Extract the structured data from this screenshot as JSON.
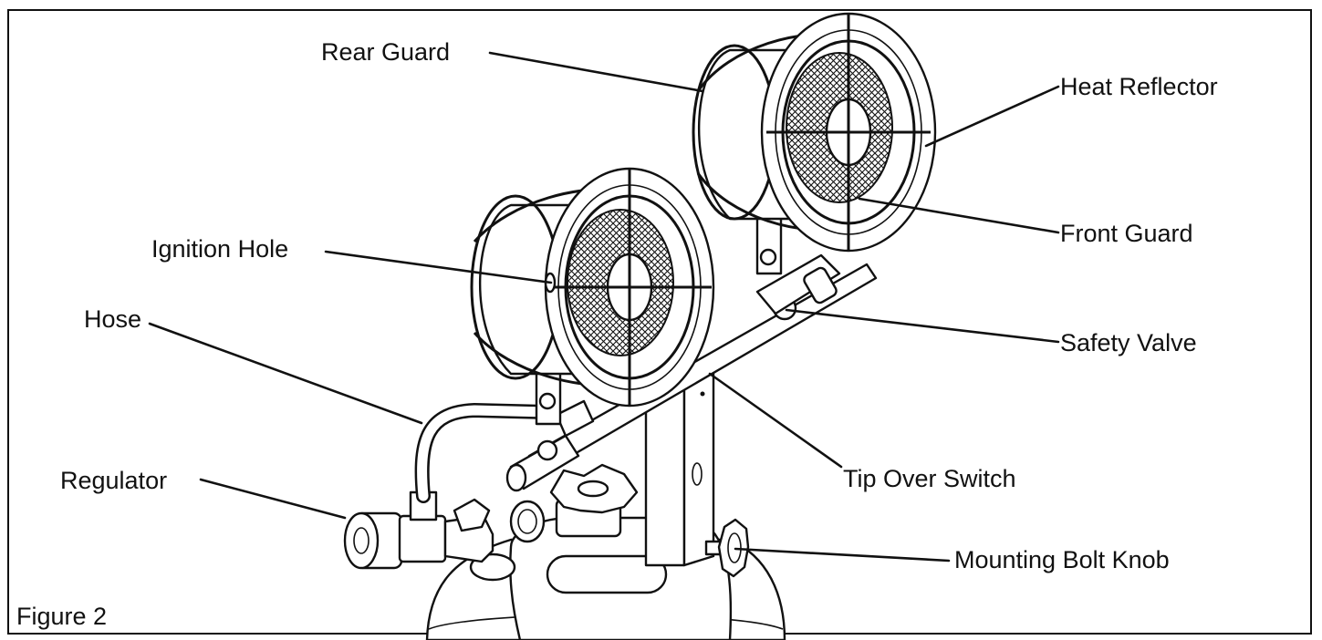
{
  "figure_label": "Figure 2",
  "labels": {
    "rear_guard": "Rear Guard",
    "heat_reflector": "Heat Reflector",
    "front_guard": "Front Guard",
    "ignition_hole": "Ignition Hole",
    "hose": "Hose",
    "safety_valve": "Safety Valve",
    "tip_over_switch": "Tip Over Switch",
    "regulator": "Regulator",
    "mounting_bolt_knob": "Mounting Bolt Knob"
  },
  "colors": {
    "ink": "#111111",
    "background": "#ffffff"
  }
}
